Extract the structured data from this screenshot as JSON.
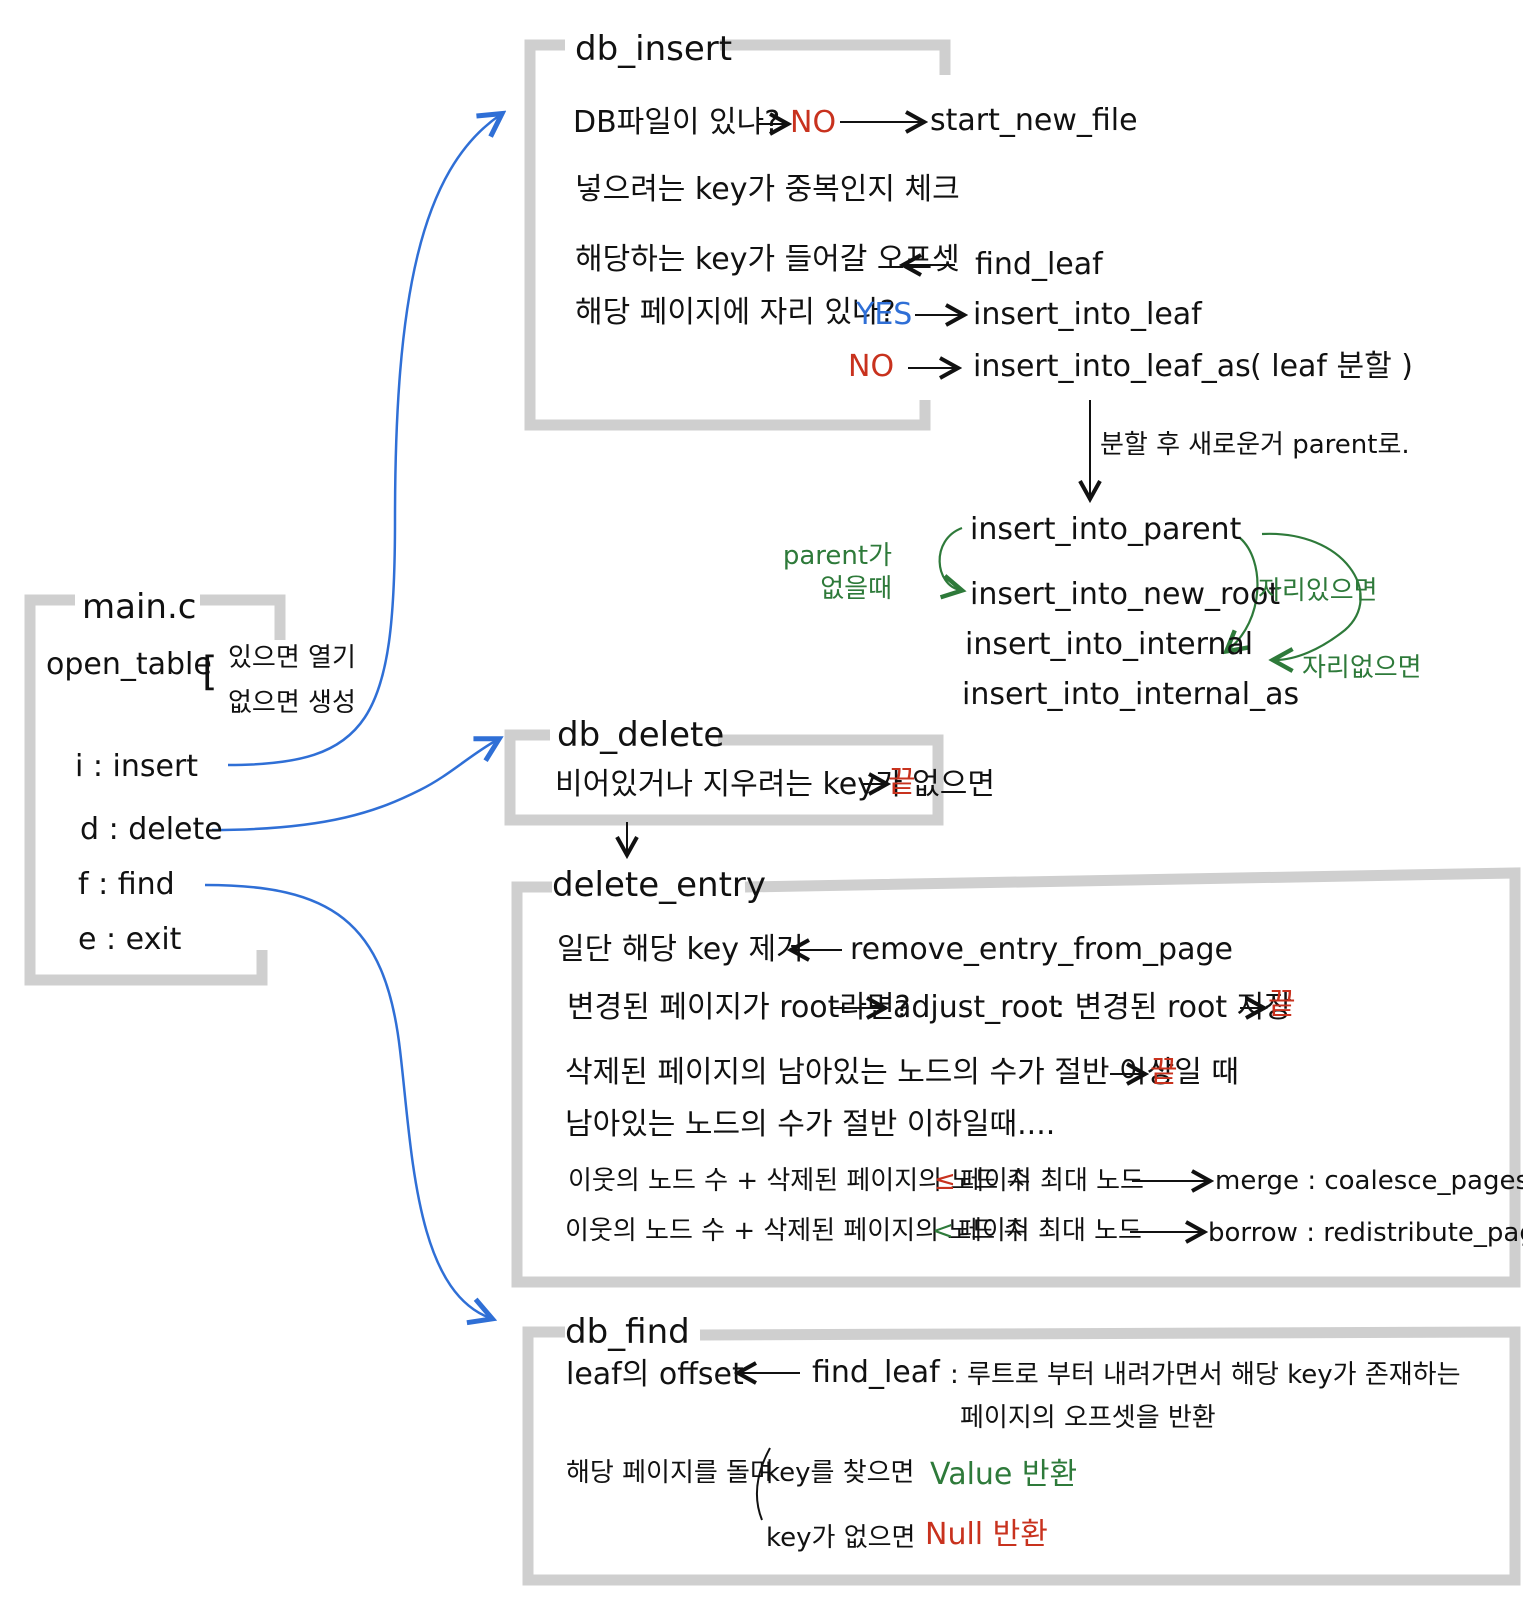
{
  "colors": {
    "box": "#cfcfcf",
    "blue_arrow": "#2f6fd6",
    "green": "#2e7a3a",
    "red": "#c8321e",
    "ink": "#111111"
  },
  "main": {
    "title": "main.c",
    "open_table": "open_table",
    "open_if_exists": "있으면 열기",
    "create_if_absent": "없으면 생성",
    "insert": "i : insert",
    "delete": "d : delete",
    "find": "f : find",
    "exit": "e : exit"
  },
  "db_insert": {
    "title": "db_insert",
    "line1": "DB파일이 있나?",
    "no": "NO",
    "start_new_file": "start_new_file",
    "line2": "넣으려는 key가 중복인지 체크",
    "line3": "해당하는 key가 들어갈 오프셋",
    "find_leaf": "find_leaf",
    "line4": "해당 페이지에 자리 있나?",
    "yes": "YES",
    "insert_into_leaf": "insert_into_leaf",
    "no2": "NO",
    "insert_into_leaf_as": "insert_into_leaf_as",
    "leaf_split": "( leaf 분할 )",
    "after_split": "분할 후 새로운거 parent로."
  },
  "parent": {
    "insert_into_parent": "insert_into_parent",
    "no_parent": "parent가 없을때",
    "insert_into_new_root": "insert_into_new_root",
    "insert_into_internal": "insert_into_internal",
    "insert_into_internal_as": "insert_into_internal_as",
    "has_space": "자리있으면",
    "no_space": "자리없으면"
  },
  "db_delete": {
    "title": "db_delete",
    "line1": "비어있거나 지우려는 key가 없으면",
    "end": "끝"
  },
  "delete_entry": {
    "title": "delete_entry",
    "line1": "일단 해당 key 제거",
    "remove": "remove_entry_from_page",
    "line2": "변경된 페이지가 root라면?",
    "adjust_root": "adjust_root",
    "save_root": ": 변경된 root 저장",
    "end1": "끝",
    "line3": "삭제된 페이지의 남아있는 노드의 수가 절반 이상일 때",
    "end2": "끝",
    "line4": "남아있는 노드의 수가 절반 이하일때....",
    "merge_cond_a": "이웃의 노드 수 + 삭제된 페이지의 노드 수",
    "le": "≤",
    "merge_cond_b": "페이지 최대 노드",
    "merge": "merge : coalesce_pages",
    "borrow_cond_a": "이웃의 노드 수 + 삭제된 페이지의 노드 수",
    "lt": "<",
    "borrow_cond_b": "페이지 최대 노드",
    "borrow": "borrow : redistribute_pages"
  },
  "db_find": {
    "title": "db_find",
    "leaf_offset": "leaf의 offset",
    "find_leaf": "find_leaf",
    "desc1": ": 루트로 부터 내려가면서 해당 key가 존재하는",
    "desc2": "페이지의 오프셋을 반환",
    "line2": "해당 페이지를 돌며",
    "found": "key를 찾으면",
    "value": "Value 반환",
    "not_found": "key가 없으면",
    "null": "Null 반환"
  }
}
